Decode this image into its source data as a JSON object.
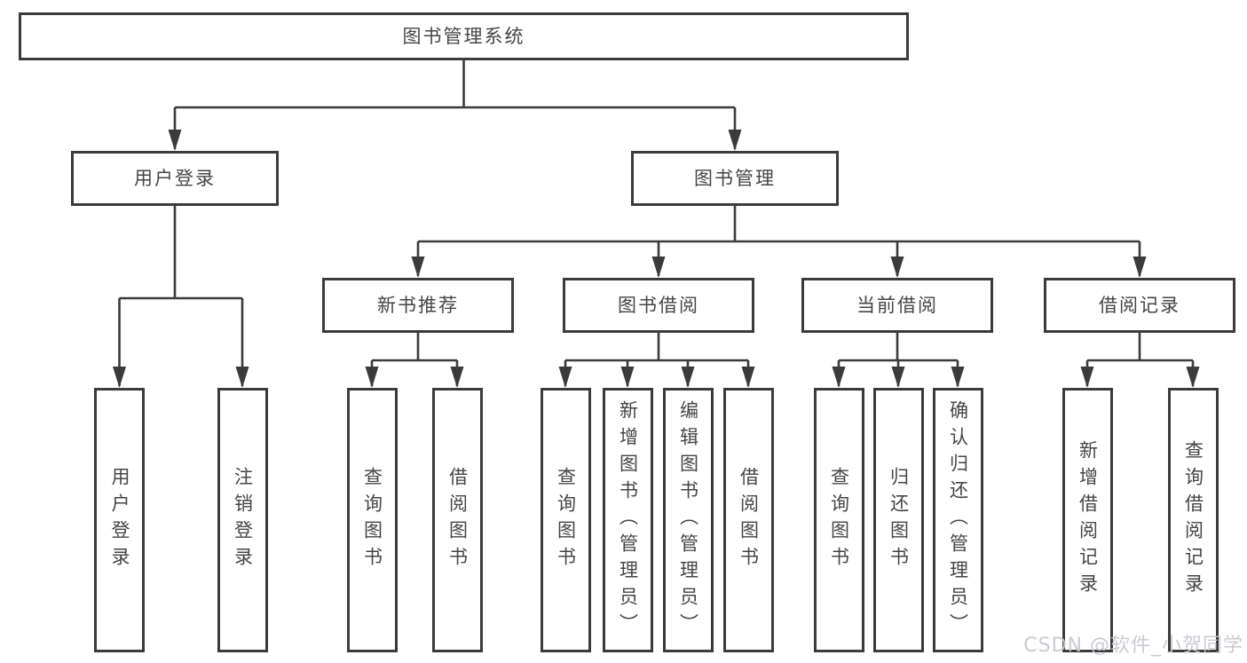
{
  "tree": {
    "label": "图书管理系统",
    "children": [
      {
        "label": "用户登录",
        "children": [
          {
            "label": "用户登录"
          },
          {
            "label": "注销登录"
          }
        ]
      },
      {
        "label": "图书管理",
        "children": [
          {
            "label": "新书推荐",
            "children": [
              {
                "label": "查询图书"
              },
              {
                "label": "借阅图书"
              }
            ]
          },
          {
            "label": "图书借阅",
            "children": [
              {
                "label": "查询图书"
              },
              {
                "label": "新增图书（管理员）"
              },
              {
                "label": "编辑图书（管理员）"
              },
              {
                "label": "借阅图书"
              }
            ]
          },
          {
            "label": "当前借阅",
            "children": [
              {
                "label": "查询图书"
              },
              {
                "label": "归还图书"
              },
              {
                "label": "确认归还（管理员）"
              }
            ]
          },
          {
            "label": "借阅记录",
            "children": [
              {
                "label": "新增借阅记录"
              },
              {
                "label": "查询借阅记录"
              }
            ]
          }
        ]
      }
    ]
  },
  "watermark": "CSDN @软件_小贺同学",
  "colors": {
    "line": "#3b3b3b",
    "box_border": "#3b3b3b",
    "box_fill": "#ffffff",
    "text": "#454545",
    "watermark": "#c5c8cf",
    "background": "#ffffff"
  }
}
